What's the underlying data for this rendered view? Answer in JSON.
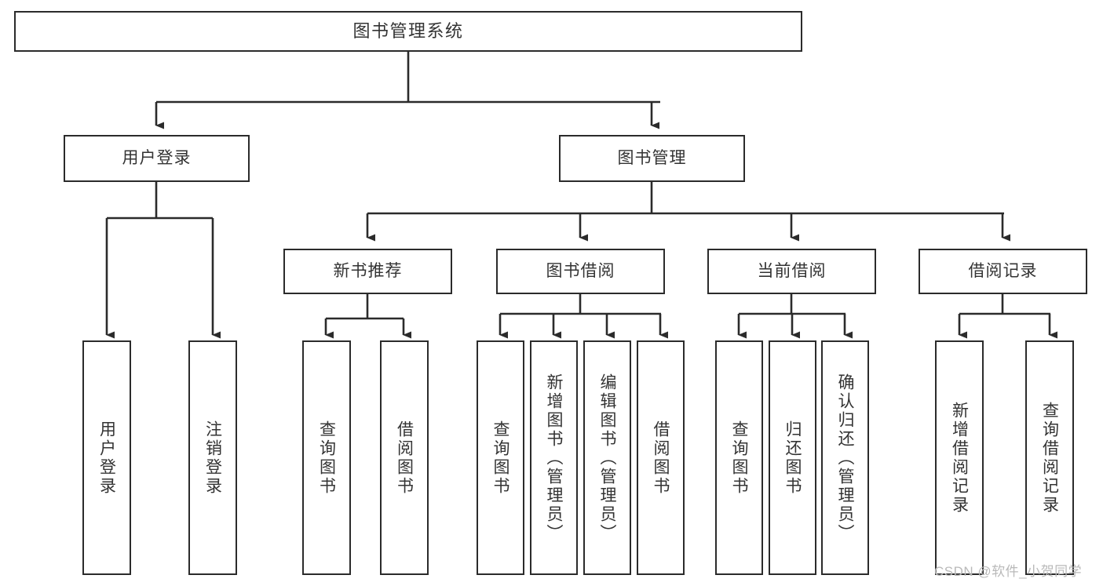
{
  "diagram": {
    "title": "图书管理系统",
    "type": "functional-structure-tree",
    "line_color": "#2b2b2b",
    "text_color": "#333333",
    "background_color": "#ffffff",
    "watermark": "CSDN @软件_小贺同学",
    "nodes": {
      "root": {
        "label": "图书管理系统"
      },
      "level2": [
        {
          "id": "user-login",
          "label": "用户登录"
        },
        {
          "id": "book-manage",
          "label": "图书管理"
        }
      ],
      "level3": [
        {
          "id": "new-book-recommend",
          "label": "新书推荐"
        },
        {
          "id": "book-borrow",
          "label": "图书借阅"
        },
        {
          "id": "current-borrow",
          "label": "当前借阅"
        },
        {
          "id": "borrow-record",
          "label": "借阅记录"
        }
      ],
      "leaves": [
        {
          "id": "leaf-user-login",
          "label": "用户登录",
          "parent": "user-login"
        },
        {
          "id": "leaf-logout",
          "label": "注销登录",
          "parent": "user-login"
        },
        {
          "id": "leaf-query-book-1",
          "label": "查询图书",
          "parent": "new-book-recommend"
        },
        {
          "id": "leaf-borrow-book-1",
          "label": "借阅图书",
          "parent": "new-book-recommend"
        },
        {
          "id": "leaf-query-book-2",
          "label": "查询图书",
          "parent": "book-borrow"
        },
        {
          "id": "leaf-add-book",
          "label": "新增图书（管理员）",
          "parent": "book-borrow"
        },
        {
          "id": "leaf-edit-book",
          "label": "编辑图书（管理员）",
          "parent": "book-borrow"
        },
        {
          "id": "leaf-borrow-book-2",
          "label": "借阅图书",
          "parent": "book-borrow"
        },
        {
          "id": "leaf-query-book-3",
          "label": "查询图书",
          "parent": "current-borrow"
        },
        {
          "id": "leaf-return-book",
          "label": "归还图书",
          "parent": "current-borrow"
        },
        {
          "id": "leaf-confirm-return",
          "label": "确认归还（管理员）",
          "parent": "current-borrow"
        },
        {
          "id": "leaf-add-record",
          "label": "新增借阅记录",
          "parent": "borrow-record"
        },
        {
          "id": "leaf-query-record",
          "label": "查询借阅记录",
          "parent": "borrow-record"
        }
      ]
    }
  }
}
